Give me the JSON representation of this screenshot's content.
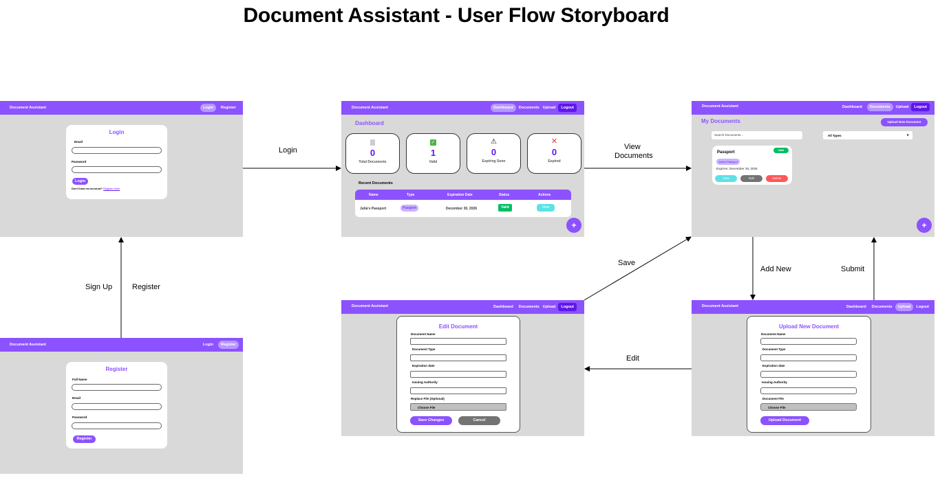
{
  "title": "Document Assistant -  User Flow Storyboard",
  "brand": "Document Assistant",
  "login_screen": {
    "nav": {
      "login": "Login",
      "register": "Register"
    },
    "title": "Login",
    "email_label": "Email",
    "password_label": "Password",
    "button": "Login",
    "footer_text": "Don't have an account?",
    "footer_link": "Register here"
  },
  "register_screen": {
    "nav": {
      "login": "Login",
      "register": "Register"
    },
    "title": "Register",
    "fullname_label": "Full Name",
    "email_label": "Email",
    "password_label": "Password",
    "button": "Register"
  },
  "dashboard_screen": {
    "nav": {
      "dashboard": "Dashboard",
      "documents": "Documents",
      "upload": "Upload",
      "logout": "Logout"
    },
    "heading": "Dashboard",
    "stats": [
      {
        "icon": "document-icon",
        "value": "0",
        "label": "Total Documents"
      },
      {
        "icon": "check-icon",
        "value": "1",
        "label": "Valid"
      },
      {
        "icon": "warning-icon",
        "value": "0",
        "label": "Expiring Soon"
      },
      {
        "icon": "x-icon",
        "value": "0",
        "label": "Expired"
      }
    ],
    "recent_title": "Recent Documents",
    "table_headers": [
      "Name",
      "Type",
      "Expiration Date",
      "Status",
      "Actions"
    ],
    "row": {
      "name": "Julia's Passport",
      "type": "Passport",
      "date": "December 30, 2026",
      "status": "Valid",
      "action": "View"
    },
    "fab": "+"
  },
  "documents_screen": {
    "nav": {
      "dashboard": "Dashboard",
      "documents": "Documents",
      "upload": "Upload",
      "logout": "Logout"
    },
    "heading": "My Documents",
    "upload_button": "Upload New Document",
    "search_placeholder": "Search Documents...",
    "filter_value": "All Types",
    "doc": {
      "name": "Passport",
      "status": "Valid",
      "type": "Julia's Passport",
      "expires": "Expires: December 30, 2026",
      "view": "View",
      "edit": "Edit",
      "delete": "Delete"
    },
    "fab": "+"
  },
  "edit_screen": {
    "nav": {
      "dashboard": "Dashboard",
      "documents": "Documents",
      "upload": "Upload",
      "logout": "Logout"
    },
    "title": "Edit Document",
    "labels": [
      "Document Name",
      "Document Type",
      "Expiration date",
      "Issuing Authority",
      "Replace File (Optional)"
    ],
    "choose_file": "Choose File",
    "save": "Save Changes",
    "cancel": "Cancel"
  },
  "upload_screen": {
    "nav": {
      "dashboard": "Dashboard",
      "documents": "Documents",
      "upload": "Upload",
      "logout": "Logout"
    },
    "title": "Upload New Document",
    "labels": [
      "Document Name",
      "Document Type",
      "Expiration date",
      "Issuing Authority",
      "Document File"
    ],
    "choose_file": "Choose File",
    "button": "Upload Document"
  },
  "transitions": {
    "login": "Login",
    "view_documents_1": "View",
    "view_documents_2": "Documents",
    "sign_up": "Sign Up",
    "register": "Register",
    "add_new": "Add New",
    "submit": "Submit",
    "save": "Save",
    "edit": "Edit"
  },
  "colors": {
    "purple": "#8c52ff",
    "panel": "#d9d9d9",
    "green": "#00bf63",
    "blue": "#5ce1e6",
    "red": "#ff5757",
    "grey": "#737373"
  }
}
